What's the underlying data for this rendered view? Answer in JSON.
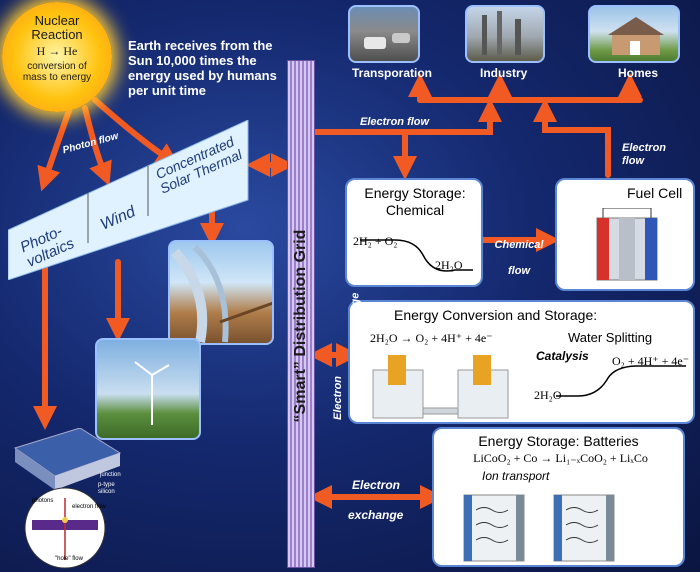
{
  "sun": {
    "title": "Nuclear Reaction",
    "equation": "H → He",
    "subtitle": "conversion of mass to energy"
  },
  "earth_text": "Earth receives from the Sun 10,000 times the energy used by humans per unit time",
  "photon_flow": "Photon flow",
  "sources": {
    "pv": "Photo-voltaics",
    "wind": "Wind",
    "csp": "Concentrated Solar Thermal"
  },
  "grid_label": "“Smart” Distribution Grid",
  "electron_flow_top": "Electron flow",
  "electron_flow_right": "Electron flow",
  "sectors": {
    "transportation": "Transporation",
    "industry": "Industry",
    "homes": "Homes"
  },
  "chemical_storage": {
    "title": "Energy Storage: Chemical",
    "reactant": "2H₂ + O₂",
    "product": "2H₂O"
  },
  "chemical_flow": "Chemical flow",
  "fuel_cell": {
    "title": "Fuel Cell"
  },
  "conversion": {
    "title": "Energy Conversion and Storage:",
    "equation": "2H₂O → O₂ + 4H⁺ + 4e⁻",
    "water_splitting": "Water Splitting",
    "catalysis": "Catalysis",
    "product": "O₂ + 4H⁺ + 4e⁻",
    "reactant": "2H₂O"
  },
  "electron_exchange_1": {
    "word1": "Electron",
    "word2": "exchange"
  },
  "batteries": {
    "title": "Energy Storage: Batteries",
    "equation": "LiCoO₂ + Co → Li₁₋ₓCoO₂ + LiₓCo",
    "ion_transport": "Ion transport"
  },
  "electron_exchange_2": {
    "word1": "Electron",
    "word2": "exchange"
  },
  "solar_cell": {
    "photons": "photons",
    "electron_flow": "electron flow",
    "hole_flow": "\"hole\" flow",
    "junction": "junction",
    "ptype": "p-type silicon"
  },
  "colors": {
    "arrow": "#f15a22",
    "box_border": "#5b86d6",
    "background": "#14286e",
    "sun": "#ffc20e",
    "panel": "#e0f2ff"
  }
}
